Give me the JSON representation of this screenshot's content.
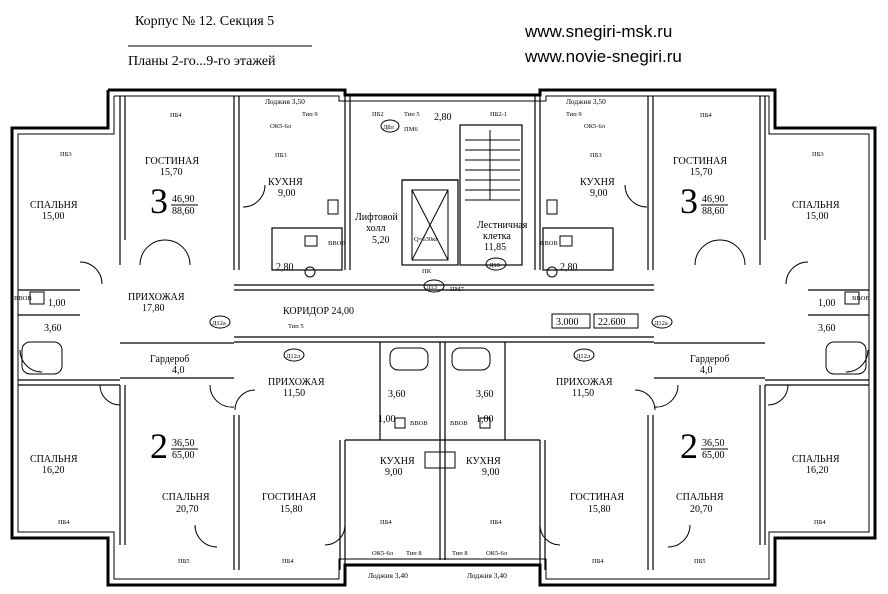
{
  "header": {
    "title": "Корпус № 12. Секция 5",
    "subtitle": "Планы 2-го...9-го этажей",
    "url1": "www.snegiri-msk.ru",
    "url2": "www.novie-snegiri.ru"
  },
  "rooms": {
    "living_tl": [
      "ГОСТИНАЯ",
      "15,70"
    ],
    "bed_tl": [
      "СПАЛЬНЯ",
      "15,00"
    ],
    "kitchen_tl": [
      "КУХНЯ",
      "9,00"
    ],
    "hall_tl": [
      "ПРИХОЖАЯ",
      "17,80"
    ],
    "wardrobe_l": [
      "Гардероб",
      "4,0"
    ],
    "bed_bl": [
      "СПАЛЬНЯ",
      "16,20"
    ],
    "bed_bl2": [
      "СПАЛЬНЯ",
      "20,70"
    ],
    "living_bl": [
      "ГОСТИНАЯ",
      "15,80"
    ],
    "hall_bl": [
      "ПРИХОЖАЯ",
      "11,50"
    ],
    "kitchen_bl": [
      "КУХНЯ",
      "9,00"
    ],
    "kitchen_br": [
      "КУХНЯ",
      "9,00"
    ],
    "hall_br": [
      "ПРИХОЖАЯ",
      "11,50"
    ],
    "living_br": [
      "ГОСТИНАЯ",
      "15,80"
    ],
    "bed_br2": [
      "СПАЛЬНЯ",
      "20,70"
    ],
    "bed_br": [
      "СПАЛЬНЯ",
      "16,20"
    ],
    "wardrobe_r": [
      "Гардероб",
      "4,0"
    ],
    "living_tr": [
      "ГОСТИНАЯ",
      "15,70"
    ],
    "kitchen_tr": [
      "КУХНЯ",
      "9,00"
    ],
    "bed_tr": [
      "СПАЛЬНЯ",
      "15,00"
    ],
    "lift": [
      "Лифтовой",
      "холл",
      "5,20"
    ],
    "stair": [
      "Лестничная",
      "клетка",
      "11,85"
    ],
    "corridor": "КОРИДОР  24,00"
  },
  "apartments": {
    "a3_left": {
      "num": "3",
      "living": "46,90",
      "total": "88,60"
    },
    "a3_right": {
      "num": "3",
      "living": "46,90",
      "total": "88,60"
    },
    "a2_left": {
      "num": "2",
      "living": "36,50",
      "total": "65,00"
    },
    "a2_right": {
      "num": "2",
      "living": "36,50",
      "total": "65,00"
    }
  },
  "small_areas": {
    "bath_tl": "2,80",
    "bath_tr": "2,80",
    "wc_l": "1,00",
    "wc_r": "1,00",
    "bath_l": "3,60",
    "bath_r": "3,60",
    "bath_cl": "3,60",
    "bath_cr": "3,60",
    "wc_cl": "1,00",
    "wc_cr": "1,00",
    "lift_door": "2,80"
  },
  "loggias": {
    "top_l": "Лоджия 3,50",
    "top_r": "Лоджия 3,50",
    "bot_l": "Лоджия 3,40",
    "bot_r": "Лоджия 3,40"
  },
  "codes": {
    "pb3": "ПБ3",
    "pb4": "ПБ4",
    "pb5": "ПБ5",
    "pb2": "ПБ2",
    "pb21": "ПБ2-1",
    "ok56": "ОК5-6л",
    "tip9": "Тип 9",
    "tip8": "Тип 8",
    "tip5": "Тип 5",
    "d8": "Д8л",
    "pm6": "ПМ6",
    "pm7": "ПМ7",
    "d10": "Д10",
    "d13": "Д13",
    "d12a": "Д12а",
    "d12": "Д12л",
    "pk": "ПК",
    "q": "Q=630кг",
    "elev1": "3.000",
    "elev2": "22.600",
    "vvb": "ВВОВ"
  }
}
